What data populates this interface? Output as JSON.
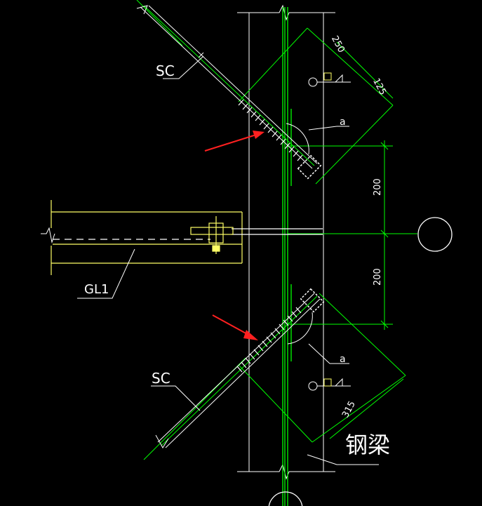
{
  "drawing": {
    "labels": {
      "sc_top": "SC",
      "sc_bottom": "SC",
      "gl1": "GL1",
      "weld_top": "a",
      "weld_bottom": "a",
      "steel_beam": "钢梁"
    },
    "dimensions": {
      "d250": "250",
      "d125": "125",
      "d200_upper": "200",
      "d200_lower": "200",
      "d315": "315"
    },
    "colors": {
      "background": "#000000",
      "line_green": "#00ff00",
      "line_white": "#ffffff",
      "line_yellow": "#ffff66",
      "arrow_red": "#ff2020"
    }
  }
}
